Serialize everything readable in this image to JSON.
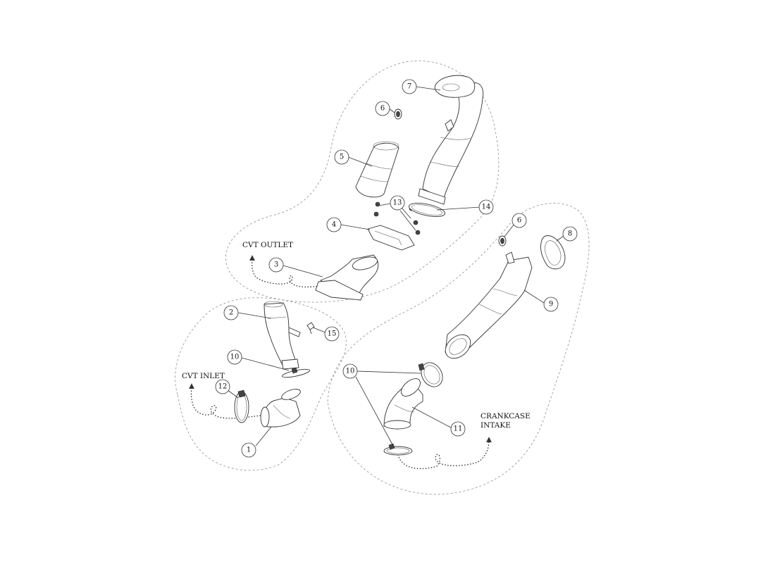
{
  "labels": {
    "cvt_outlet": "CVT OUTLET",
    "cvt_inlet": "CVT INLET",
    "crankcase_line1": "CRANKCASE",
    "crankcase_line2": "INTAKE"
  },
  "callouts": {
    "c1": "1",
    "c2": "2",
    "c3": "3",
    "c4": "4",
    "c5": "5",
    "c6a": "6",
    "c6b": "6",
    "c7": "7",
    "c8": "8",
    "c9": "9",
    "c10a": "10",
    "c10b": "10",
    "c11": "11",
    "c12": "12",
    "c13": "13",
    "c14": "14",
    "c15": "15"
  },
  "colors": {
    "line": "#333333",
    "outline": "#9a9a9a",
    "background": "#ffffff"
  }
}
